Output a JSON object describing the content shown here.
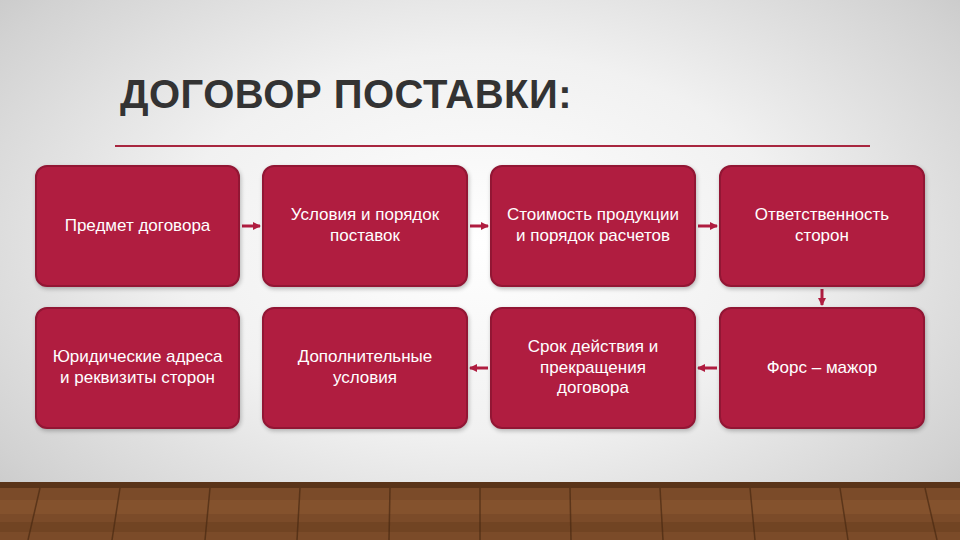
{
  "diagram": {
    "title": "ДОГОВОР ПОСТАВКИ:",
    "nodes": [
      {
        "text": [
          "Предмет договора"
        ]
      },
      {
        "text": [
          "Условия и порядок поставок"
        ]
      },
      {
        "text": [
          "Стоимость продукции и порядок расчетов"
        ]
      },
      {
        "text": [
          "Ответственность сторон"
        ]
      },
      {
        "text": [
          "Юридические адреса и реквизиты сторон"
        ]
      },
      {
        "text": [
          "Дополнительные условия"
        ]
      },
      {
        "text": [
          "Срок действия и прекращения договора"
        ]
      },
      {
        "text": [
          "Форс – мажор"
        ]
      }
    ],
    "edges": [
      {
        "from": 0,
        "to": 1,
        "arrow": "to"
      },
      {
        "from": 1,
        "to": 2,
        "arrow": "to"
      },
      {
        "from": 2,
        "to": 3,
        "arrow": "to"
      },
      {
        "from": 3,
        "to": 7,
        "arrow": "to"
      },
      {
        "from": 7,
        "to": 6,
        "arrow": "to"
      },
      {
        "from": 6,
        "to": 5,
        "arrow": "to"
      }
    ]
  }
}
